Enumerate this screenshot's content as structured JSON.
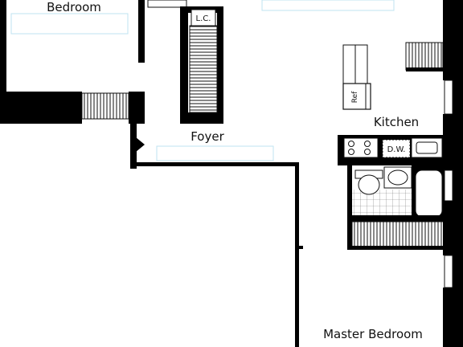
{
  "rooms": {
    "bedroom": "Bedroom",
    "foyer": "Foyer",
    "kitchen": "Kitchen",
    "master_bedroom": "Master Bedroom"
  },
  "fixtures": {
    "linen_closet": "L.C.",
    "dishwasher": "D.W.",
    "refrigerator": "Ref"
  },
  "colors": {
    "wall": "#000000",
    "fixture_line": "#111111",
    "label_box": "#bfe3f0",
    "background": "#ffffff"
  }
}
